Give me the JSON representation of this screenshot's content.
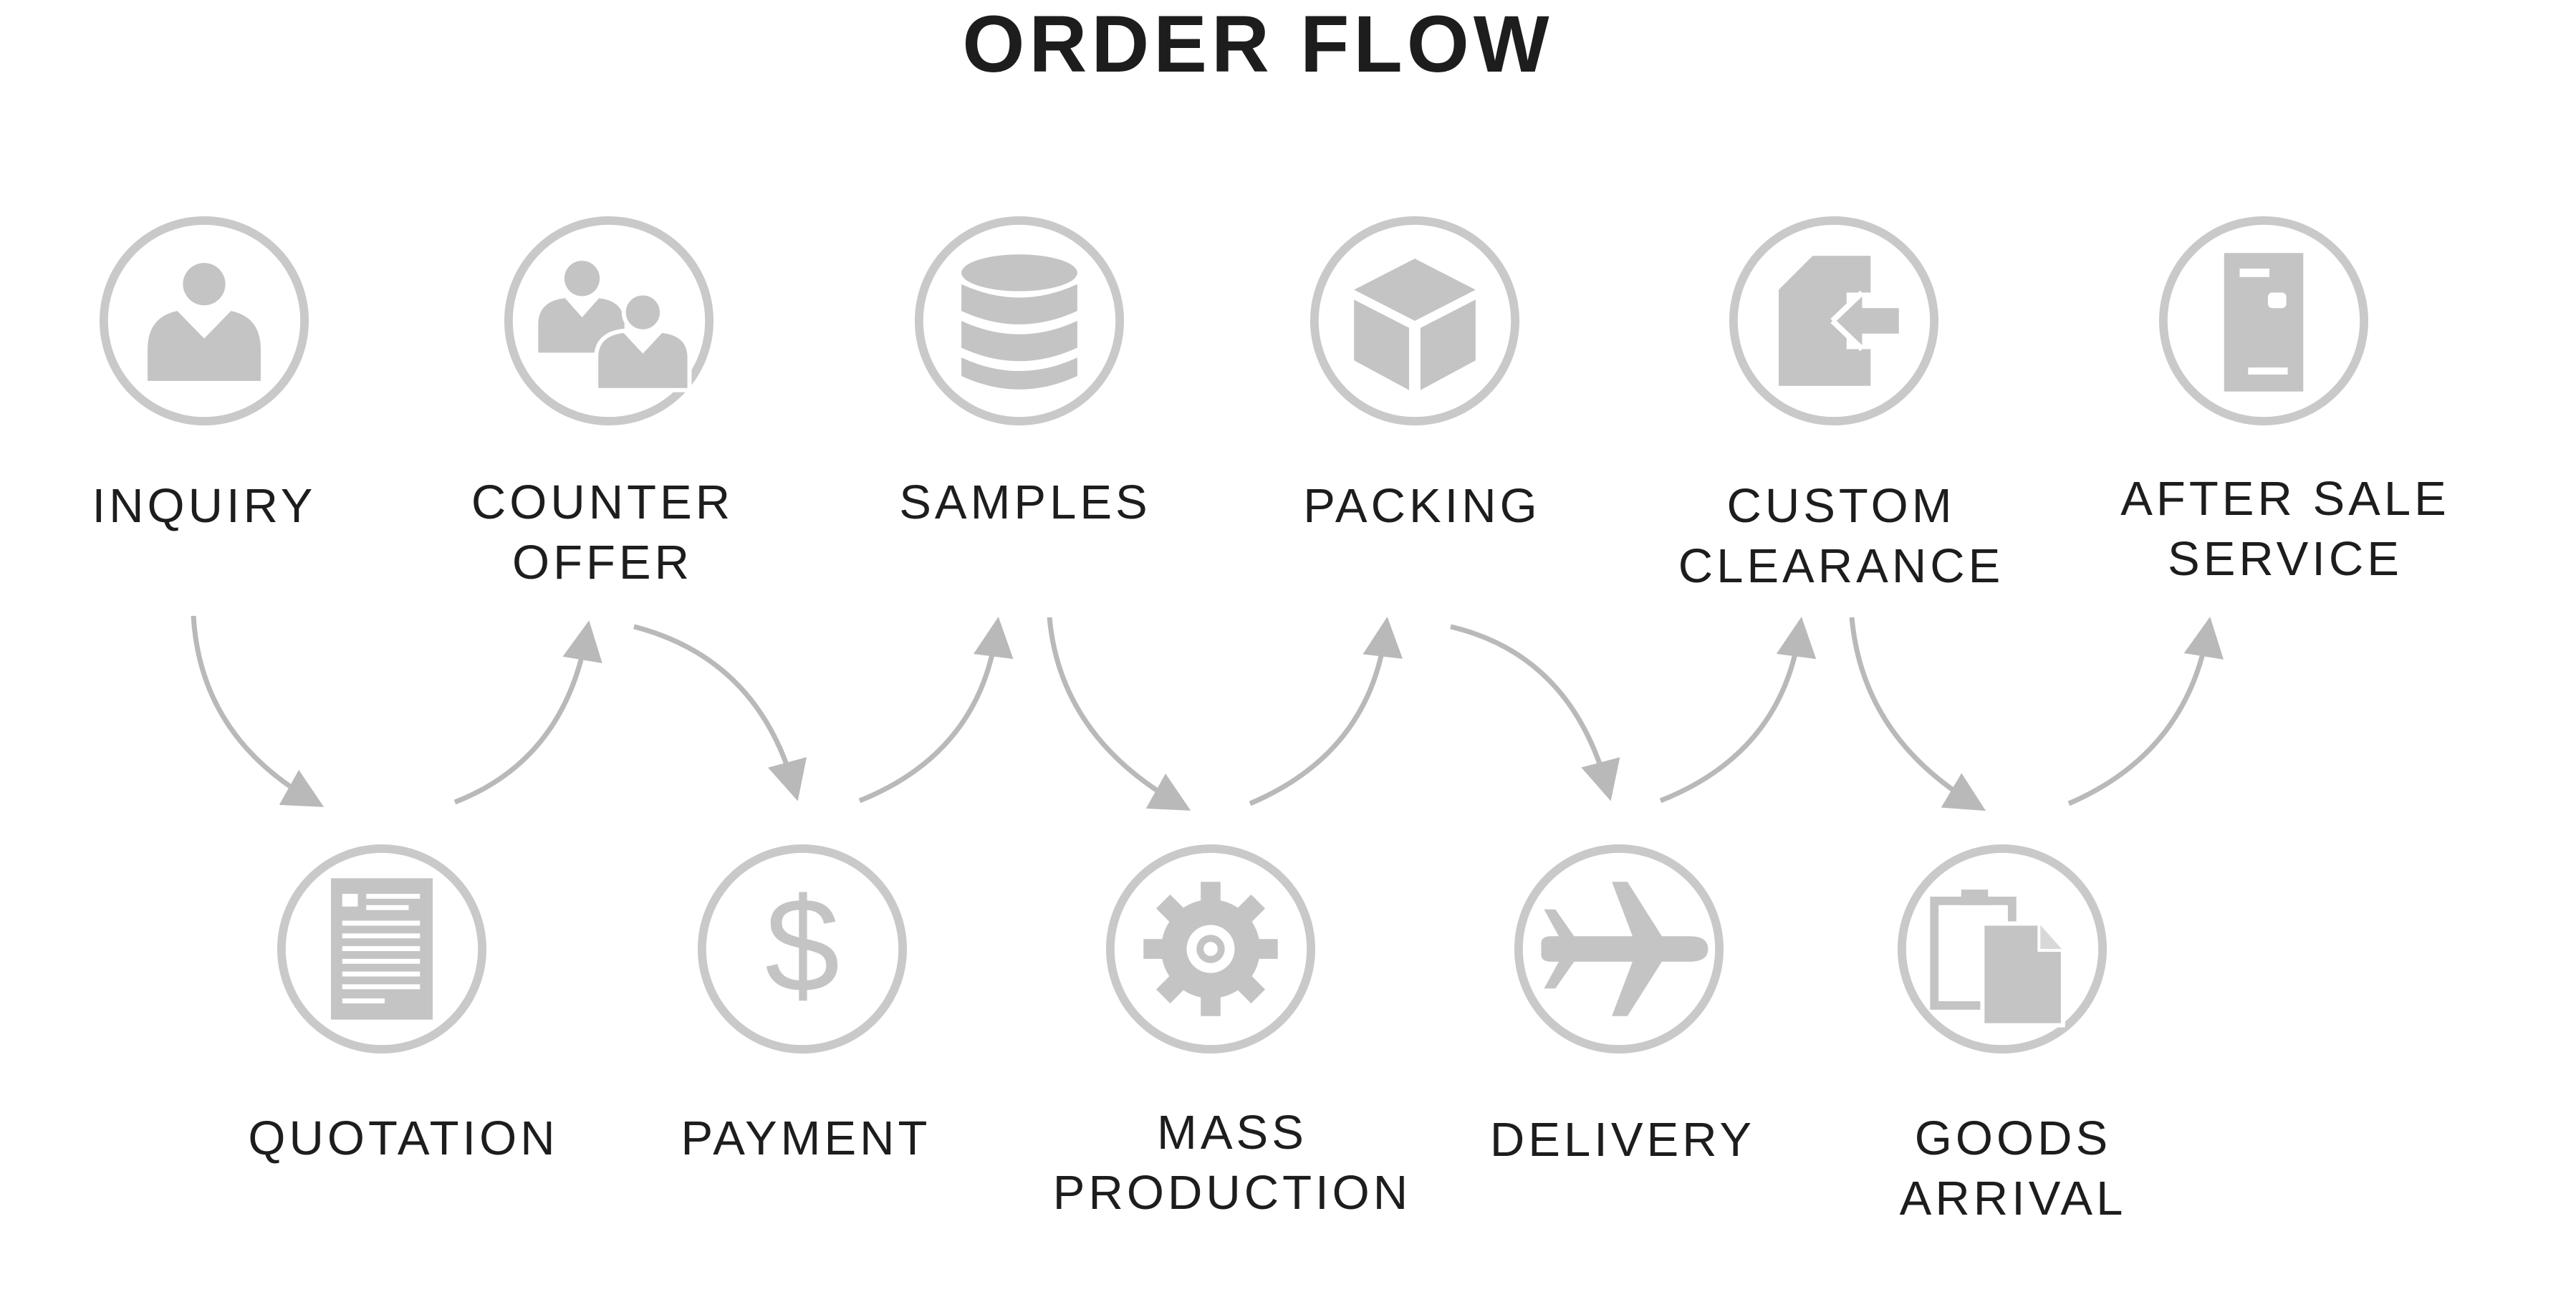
{
  "title": "ORDER FLOW",
  "colors": {
    "icon": "#c4c4c4",
    "ring": "#c9c9c9",
    "arrow": "#b9b9b9",
    "text": "#1d1d1d"
  },
  "steps": [
    {
      "id": "inquiry",
      "icon": "person-icon",
      "lines": [
        "INQUIRY"
      ]
    },
    {
      "id": "quotation",
      "icon": "document-icon",
      "lines": [
        "QUOTATION"
      ]
    },
    {
      "id": "counter-offer",
      "icon": "people-icon",
      "lines": [
        "COUNTER",
        "OFFER"
      ]
    },
    {
      "id": "payment",
      "icon": "dollar-icon",
      "lines": [
        "PAYMENT"
      ]
    },
    {
      "id": "samples",
      "icon": "database-icon",
      "lines": [
        "SAMPLES"
      ]
    },
    {
      "id": "mass-production",
      "icon": "gear-icon",
      "lines": [
        "MASS",
        "PRODUCTION"
      ]
    },
    {
      "id": "packing",
      "icon": "box-icon",
      "lines": [
        "PACKING"
      ]
    },
    {
      "id": "delivery",
      "icon": "airplane-icon",
      "lines": [
        "DELIVERY"
      ]
    },
    {
      "id": "custom-clearance",
      "icon": "import-icon",
      "lines": [
        "CUSTOM",
        "CLEARANCE"
      ]
    },
    {
      "id": "goods-arrival",
      "icon": "clipboard-icon",
      "lines": [
        "GOODS",
        "ARRIVAL"
      ]
    },
    {
      "id": "after-sale-service",
      "icon": "door-icon",
      "lines": [
        "AFTER SALE",
        "SERVICE"
      ]
    }
  ]
}
